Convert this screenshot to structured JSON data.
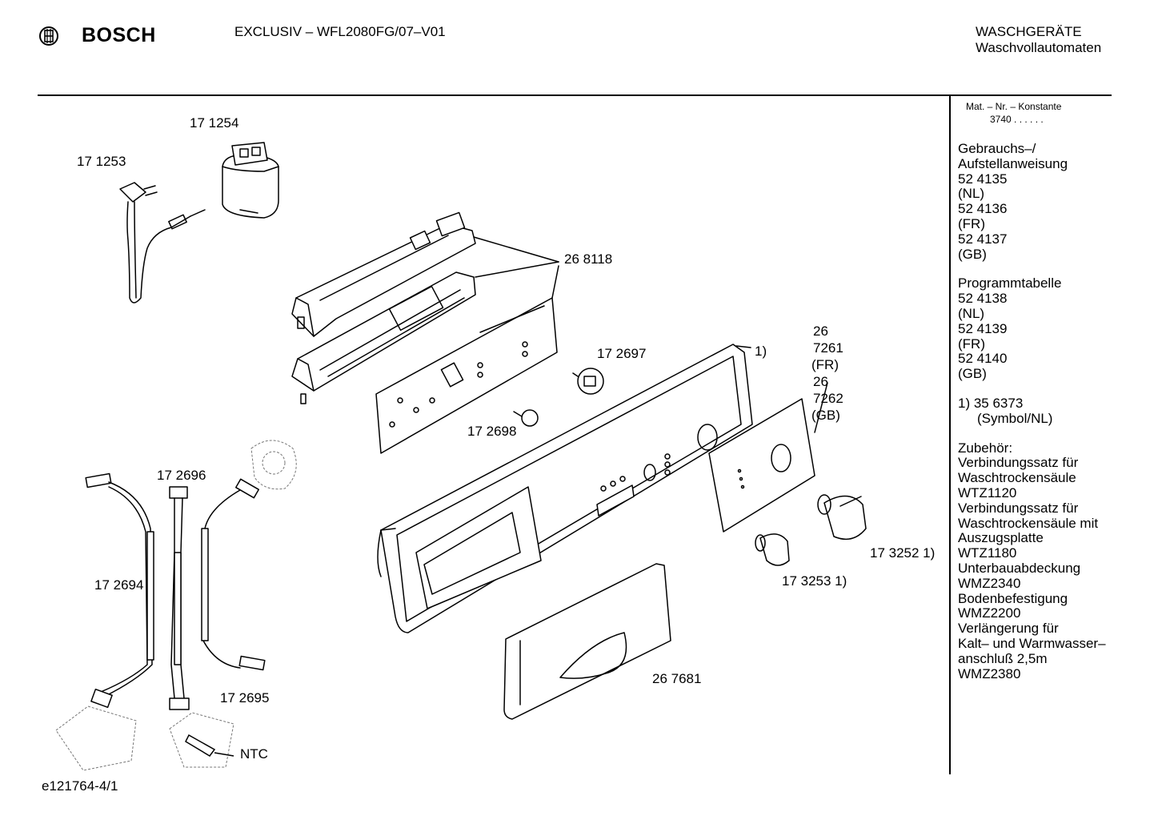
{
  "header": {
    "brand": "BOSCH",
    "model": "EXCLUSIV – WFL2080FG/07–V01",
    "category_line1": "WASCHGERÄTE",
    "category_line2": "Waschvollautomaten"
  },
  "sidebar": {
    "mat_label": "Mat. – Nr. – Konstante",
    "mat_value": "3740  .  .  .  .  .  .",
    "groups": [
      {
        "lines": [
          "Gebrauchs–/",
          "Aufstellanweisung",
          "52 4135",
          "(NL)",
          "52 4136",
          "(FR)",
          "52 4137",
          "(GB)"
        ]
      },
      {
        "lines": [
          "Programmtabelle",
          "52 4138",
          "(NL)",
          "52 4139",
          "(FR)",
          "52 4140",
          "(GB)"
        ]
      },
      {
        "lines": [
          "1)  35 6373",
          "(Symbol/NL)"
        ]
      },
      {
        "lines": [
          "Zubehör:",
          "Verbindungssatz für",
          "Waschtrockensäule",
          "WTZ1120",
          "Verbindungssatz für",
          "Waschtrockensäule mit",
          "Auszugsplatte",
          "WTZ1180",
          "Unterbauabdeckung",
          "WMZ2340",
          "Bodenbefestigung",
          "WMZ2200",
          "Verlängerung für",
          "Kalt– und Warmwasser–",
          "anschluß 2,5m",
          "WMZ2380"
        ]
      }
    ]
  },
  "parts": {
    "p1": "17 1254",
    "p2": "17 1253",
    "p3": "26 8118",
    "p4": "17 2697",
    "p5": "17 2698",
    "p6": "1)",
    "p7a": "26",
    "p7b": "7261",
    "p7c": "(FR)",
    "p7d": "26",
    "p7e": "7262",
    "p7f": "(GB)",
    "p8": "17 2696",
    "p9": "17 2694",
    "p10": "17 2695",
    "p11": "NTC",
    "p12": "17 3252 1)",
    "p13": "17 3253 1)",
    "p14": "26 7681"
  },
  "footer": {
    "code": "e121764-4/1"
  }
}
